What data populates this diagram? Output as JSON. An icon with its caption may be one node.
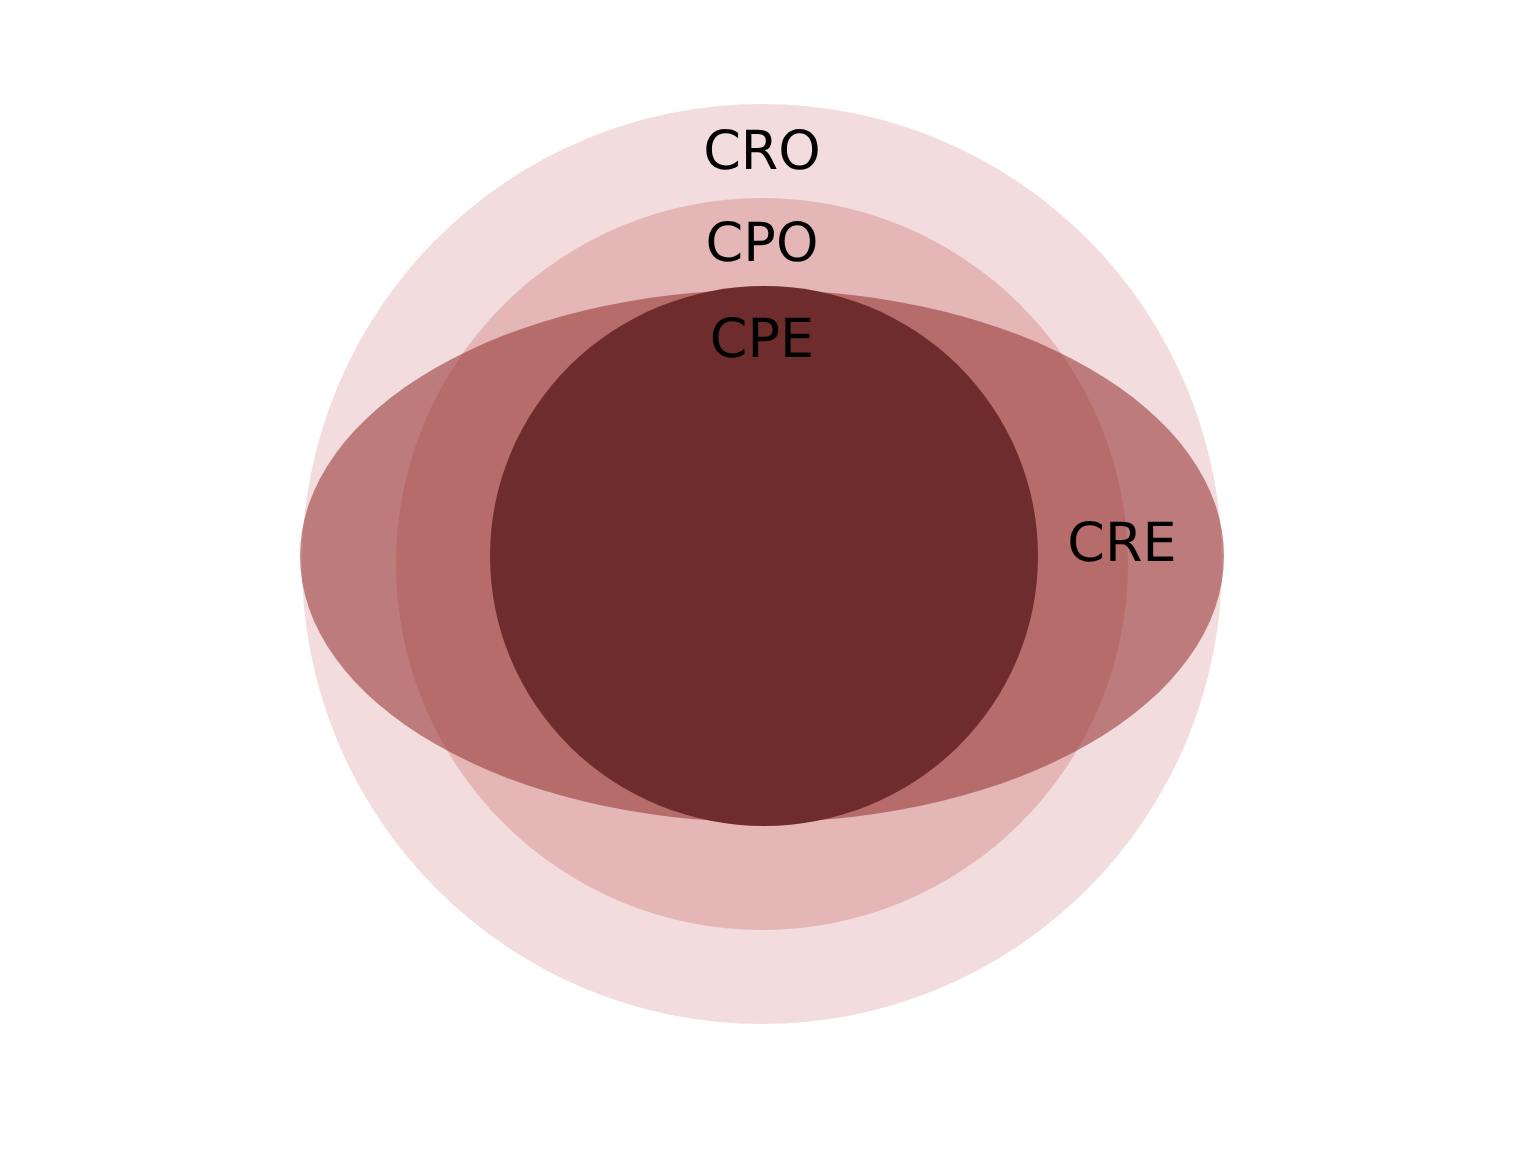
{
  "diagram": {
    "nodes": [
      {
        "text": [
          "CRO"
        ]
      },
      {
        "text": [
          "CPO"
        ],
        "in": 0
      },
      {
        "text": [
          "CPE"
        ]
      },
      {
        "text": [
          "CRE"
        ],
        "in": 0
      }
    ]
  }
}
